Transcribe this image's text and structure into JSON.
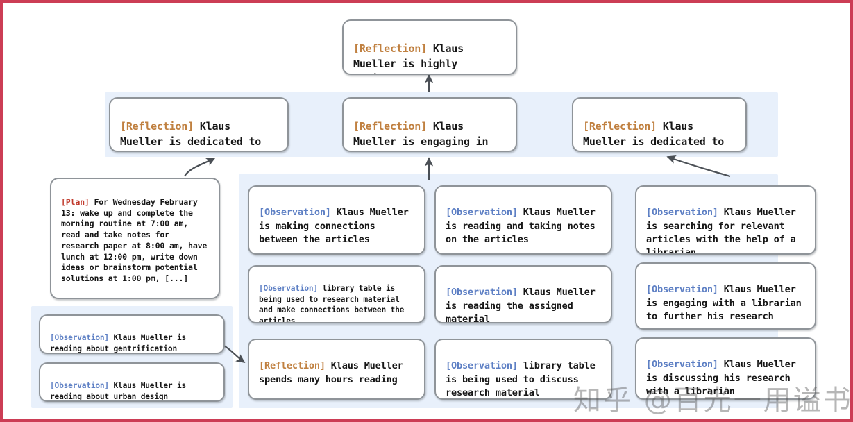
{
  "meta": {
    "border_color": "#cc3d55",
    "panel_color": "#e8f0fb",
    "box_border_color": "#8f9499",
    "tag_colors": {
      "reflection": "#c08040",
      "observation": "#5d7fc4",
      "plan": "#c0392b"
    }
  },
  "watermark": {
    "text": "知乎 @百光一用谥书生"
  },
  "nodes": {
    "top_reflection": {
      "tag": "[Reflection]",
      "text": " Klaus Mueller is highly dedicated to research"
    },
    "reflection_left": {
      "tag": "[Reflection]",
      "text": " Klaus Mueller is dedicated to research"
    },
    "reflection_mid": {
      "tag": "[Reflection]",
      "text": " Klaus Mueller is engaging in research activities"
    },
    "reflection_right": {
      "tag": "[Reflection]",
      "text": " Klaus Mueller is dedicated to research"
    },
    "plan": {
      "tag": "[Plan]",
      "text": " For Wednesday February 13: wake up and complete the morning routine at 7:00 am, read and take notes for research paper at 8:00 am, have lunch at 12:00 pm, write down ideas or brainstorm potential solutions at 1:00 pm, [...]"
    },
    "obs_gentrification": {
      "tag": "[Observation]",
      "text": " Klaus Mueller is reading about gentrification"
    },
    "obs_urban_design": {
      "tag": "[Observation]",
      "text": " Klaus Mueller is reading about urban design"
    },
    "col2_obs_connections": {
      "tag": "[Observation]",
      "text": " Klaus Mueller is making connections between the articles"
    },
    "col2_obs_library_table": {
      "tag": "[Observation]",
      "text": " library table is being used to research material and make connections between the articles"
    },
    "col2_reflection_hours": {
      "tag": "[Reflection]",
      "text": " Klaus Mueller spends many hours reading"
    },
    "col3_obs_taking_notes": {
      "tag": "[Observation]",
      "text": " Klaus Mueller is reading and taking notes on the articles"
    },
    "col3_obs_assigned": {
      "tag": "[Observation]",
      "text": " Klaus Mueller is reading the assigned material"
    },
    "col3_obs_discuss_table": {
      "tag": "[Observation]",
      "text": " library table is being used to discuss research material"
    },
    "col4_obs_searching": {
      "tag": "[Observation]",
      "text": " Klaus Mueller is searching for relevant articles with the help of a librarian"
    },
    "col4_obs_engaging": {
      "tag": "[Observation]",
      "text": " Klaus Mueller is engaging with a librarian to further his research"
    },
    "col4_obs_discussing": {
      "tag": "[Observation]",
      "text": " Klaus Mueller is discussing his research with a librarian"
    }
  }
}
